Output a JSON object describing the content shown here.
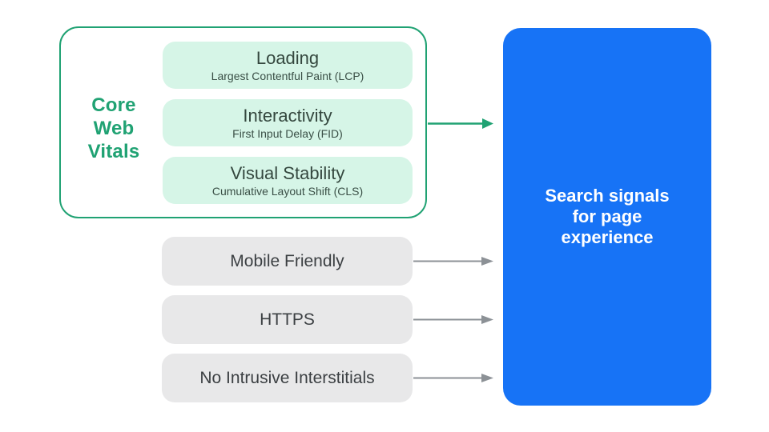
{
  "colors": {
    "green": "#20A273",
    "mint_fill": "#D6F5E7",
    "gray_pill_fill": "#E8E8E9",
    "arrow_gray": "#8C9196",
    "blue": "#1773F6",
    "pill_text_dark_green": "#34473E",
    "gray_pill_text": "#3C4043",
    "result_text": "#FFFFFF"
  },
  "core_web_vitals": {
    "label": "Core Web Vitals",
    "items": [
      {
        "title": "Loading",
        "subtitle": "Largest Contentful Paint (LCP)"
      },
      {
        "title": "Interactivity",
        "subtitle": "First Input Delay (FID)"
      },
      {
        "title": "Visual Stability",
        "subtitle": "Cumulative Layout Shift (CLS)"
      }
    ]
  },
  "other_signals": [
    {
      "label": "Mobile Friendly"
    },
    {
      "label": "HTTPS"
    },
    {
      "label": "No Intrusive Interstitials"
    }
  ],
  "result_box": {
    "label": "Search signals\nfor page\nexperience"
  }
}
